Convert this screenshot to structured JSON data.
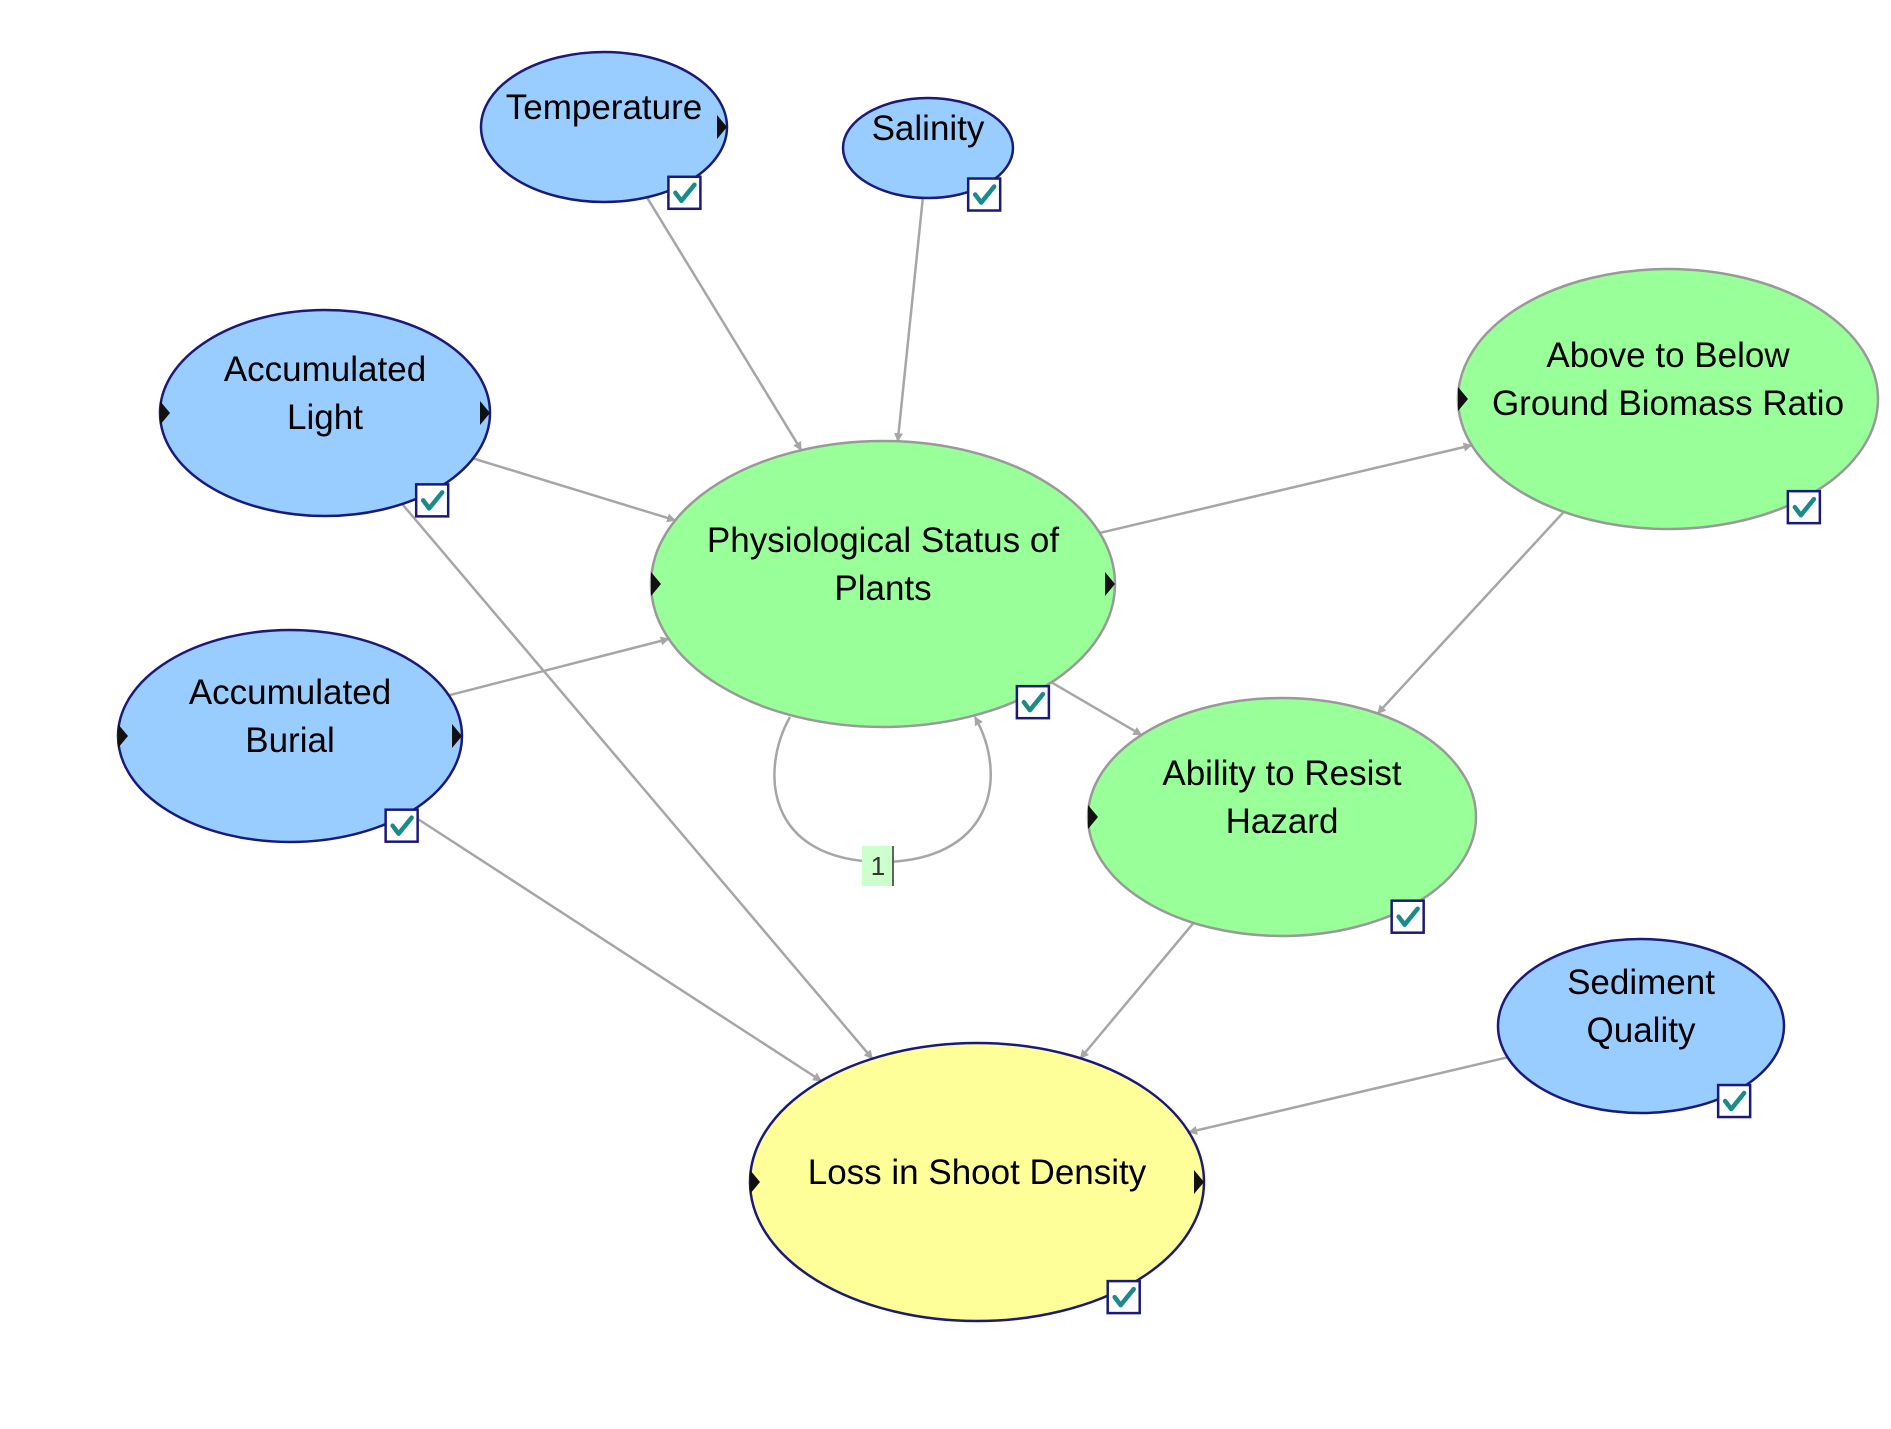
{
  "colors": {
    "background": "#ffffff",
    "observed_fill": "#99ccff",
    "intermediate_fill": "#99ff99",
    "outcome_fill": "#ffff99",
    "node_border_observed": "#1a1a7a",
    "node_border_intermediate": "#999999",
    "node_border_outcome": "#1a1a7a",
    "edge": "#a6a6a6",
    "check": "#1a8a8a",
    "check_box_border": "#1a1a7a",
    "loop_label_bg": "#ccffcc"
  },
  "nodes": [
    {
      "id": "temperature",
      "lines": [
        "Temperature"
      ],
      "kind": "observed",
      "icon": "checkbox-icon"
    },
    {
      "id": "salinity",
      "lines": [
        "Salinity"
      ],
      "kind": "observed",
      "icon": "checkbox-icon"
    },
    {
      "id": "accumulated-light",
      "lines": [
        "Accumulated",
        "Light"
      ],
      "kind": "observed",
      "icon": "checkbox-icon"
    },
    {
      "id": "accumulated-burial",
      "lines": [
        "Accumulated",
        "Burial"
      ],
      "kind": "observed",
      "icon": "checkbox-icon"
    },
    {
      "id": "physiological-status",
      "lines": [
        "Physiological Status of",
        "Plants"
      ],
      "kind": "intermediate",
      "icon": "checkbox-icon"
    },
    {
      "id": "biomass-ratio",
      "lines": [
        "Above to Below",
        "Ground Biomass Ratio"
      ],
      "kind": "intermediate",
      "icon": "checkbox-icon"
    },
    {
      "id": "ability-to-resist",
      "lines": [
        "Ability to Resist",
        "Hazard"
      ],
      "kind": "intermediate",
      "icon": "checkbox-icon"
    },
    {
      "id": "sediment-quality",
      "lines": [
        "Sediment",
        "Quality"
      ],
      "kind": "observed",
      "icon": "checkbox-icon"
    },
    {
      "id": "loss-in-shoot-density",
      "lines": [
        "Loss in Shoot Density"
      ],
      "kind": "outcome",
      "icon": "checkbox-icon"
    }
  ],
  "edges": [
    {
      "from": "temperature",
      "to": "physiological-status"
    },
    {
      "from": "salinity",
      "to": "physiological-status"
    },
    {
      "from": "accumulated-light",
      "to": "physiological-status"
    },
    {
      "from": "accumulated-burial",
      "to": "physiological-status"
    },
    {
      "from": "accumulated-light",
      "to": "loss-in-shoot-density"
    },
    {
      "from": "accumulated-burial",
      "to": "loss-in-shoot-density"
    },
    {
      "from": "physiological-status",
      "to": "biomass-ratio"
    },
    {
      "from": "physiological-status",
      "to": "ability-to-resist"
    },
    {
      "from": "biomass-ratio",
      "to": "ability-to-resist"
    },
    {
      "from": "ability-to-resist",
      "to": "loss-in-shoot-density"
    },
    {
      "from": "sediment-quality",
      "to": "loss-in-shoot-density"
    }
  ],
  "self_loop": {
    "node": "physiological-status",
    "label": "1"
  }
}
